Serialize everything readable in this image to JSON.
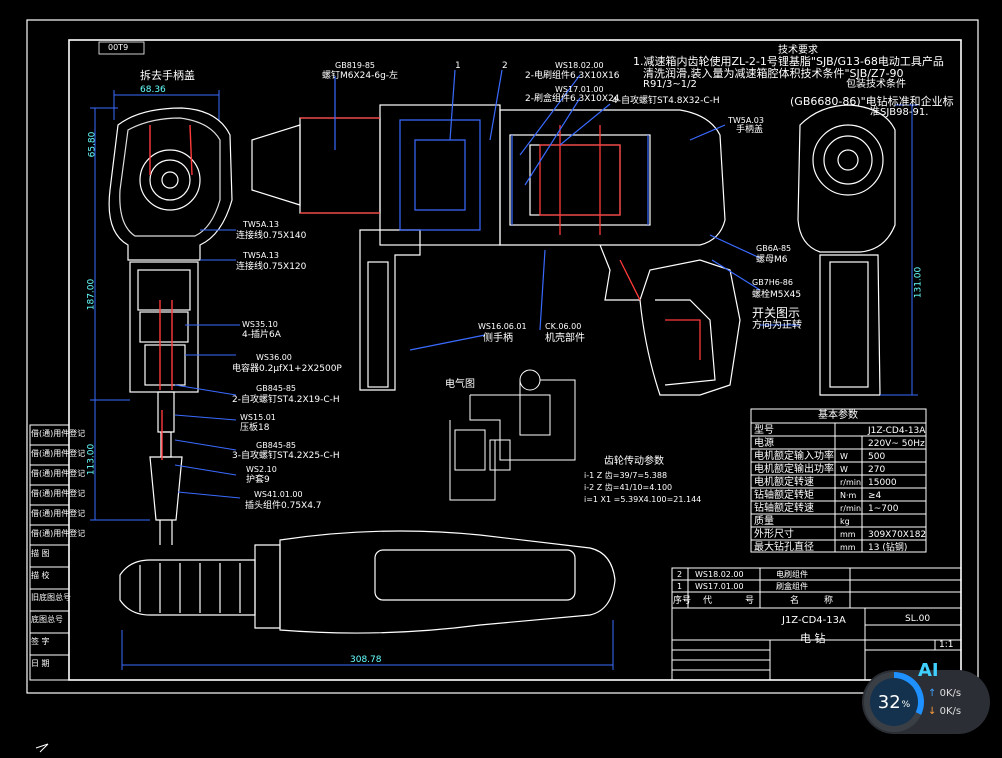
{
  "drawing": {
    "top_tag": "00T9",
    "left_view_title": "拆去手柄盖",
    "tech_req_title": "技术要求",
    "tech_req_lines": [
      "1.减速箱内齿轮使用ZL-2-1号锂基脂\"SJB/G13-68电动工具产品",
      "清洗润滑,装入量为减速箱腔体积技术条件\"SJB/Z7-90",
      "R91/3~1/2",
      "包装技术条件",
      "(GB6680-86)\"电钻标准和企业标",
      "准SJB98-91."
    ],
    "callouts": [
      {
        "code": "GB819-85",
        "text": "螺钉M6X24-6g-左"
      },
      {
        "code": "1",
        "text": ""
      },
      {
        "code": "2",
        "text": ""
      },
      {
        "code": "WS18.02.00",
        "text": "2-电刷组件6.3X10X16"
      },
      {
        "code": "WS17.01.00",
        "text": "2-刷盒组件6.3X10X24"
      },
      {
        "code": "",
        "text": "4-自攻螺钉ST4.8X32-C-H"
      },
      {
        "code": "TW5A.03",
        "text": "手柄盖"
      },
      {
        "code": "TW5A.13",
        "text": "连接线0.75X140"
      },
      {
        "code": "TW5A.13",
        "text": "连接线0.75X120"
      },
      {
        "code": "WS35.10",
        "text": "4-插片6A"
      },
      {
        "code": "WS36.00",
        "text": "电容器0.2μfX1+2X2500P"
      },
      {
        "code": "GB845-85",
        "text": "2-自攻螺钉ST4.2X19-C-H"
      },
      {
        "code": "WS15.01",
        "text": "压板18"
      },
      {
        "code": "GB845-85",
        "text": "3-自攻螺钉ST4.2X25-C-H"
      },
      {
        "code": "WS2.10",
        "text": "护套9"
      },
      {
        "code": "WS41.01.00",
        "text": "插头组件0.75X4.7"
      },
      {
        "code": "WS16.06.01",
        "text": "侧手柄"
      },
      {
        "code": "CK.06.00",
        "text": "机壳部件"
      },
      {
        "code": "GB6A-85",
        "text": "螺母M6"
      },
      {
        "code": "GB7H6-86",
        "text": "螺栓M5X45"
      }
    ],
    "switch_diagram_title": "开关图示",
    "switch_direction": "方向为正转",
    "electrical_title": "电气图",
    "gear_title": "齿轮传动参数",
    "gear_lines": [
      "i-1 Z 齿=39/7=5.388",
      "i-2 Z 齿=41/10=4.100",
      "i=1 X1 =5.39X4.100=21.144"
    ],
    "dims": {
      "left_width": "68.36",
      "left_top": "65.80",
      "left_height": "187.00",
      "left_lower": "113.00",
      "right_height": "131.00",
      "bottom_length": "308.78"
    }
  },
  "params_table": {
    "title": "基本参数",
    "rows": [
      {
        "name": "型号",
        "unit": "",
        "value": "J1Z-CD4-13A"
      },
      {
        "name": "电源",
        "unit": "",
        "value": "220V~ 50Hz"
      },
      {
        "name": "电机额定输入功率",
        "unit": "W",
        "value": "500"
      },
      {
        "name": "电机额定输出功率",
        "unit": "W",
        "value": "270"
      },
      {
        "name": "电机额定转速",
        "unit": "r/min",
        "value": "15000"
      },
      {
        "name": "钻轴额定转矩",
        "unit": "N·m",
        "value": "≥4"
      },
      {
        "name": "钻轴额定转速",
        "unit": "r/min",
        "value": "1~700"
      },
      {
        "name": "质量",
        "unit": "kg",
        "value": ""
      },
      {
        "name": "外形尺寸",
        "unit": "mm",
        "value": "309X70X182"
      },
      {
        "name": "最大钻孔直径",
        "unit": "mm",
        "value": "13 (钻钢)"
      }
    ]
  },
  "revision_rows": [
    "借(通)用件登记",
    "借(通)用件登记",
    "借(通)用件登记",
    "借(通)用件登记",
    "借(通)用件登记",
    "借(通)用件登记",
    "描 图",
    "描 校",
    "旧底图总号",
    "底图总号",
    "签 字",
    "日 期"
  ],
  "title_block": {
    "row1": [
      "2",
      "WS18.02.00",
      "电刷组件"
    ],
    "row2": [
      "1",
      "WS17.01.00",
      "刷盒组件"
    ],
    "header": [
      "序号",
      "代",
      "号",
      "名",
      "称"
    ],
    "model": "J1Z-CD4-13A",
    "name": "电 钻",
    "scale_label": "1:1",
    "weight_label": "SL.00"
  },
  "net_widget": {
    "percent": "32",
    "percent_unit": "%",
    "up_speed": "0K/s",
    "down_speed": "0K/s",
    "ai_label": "AI"
  }
}
